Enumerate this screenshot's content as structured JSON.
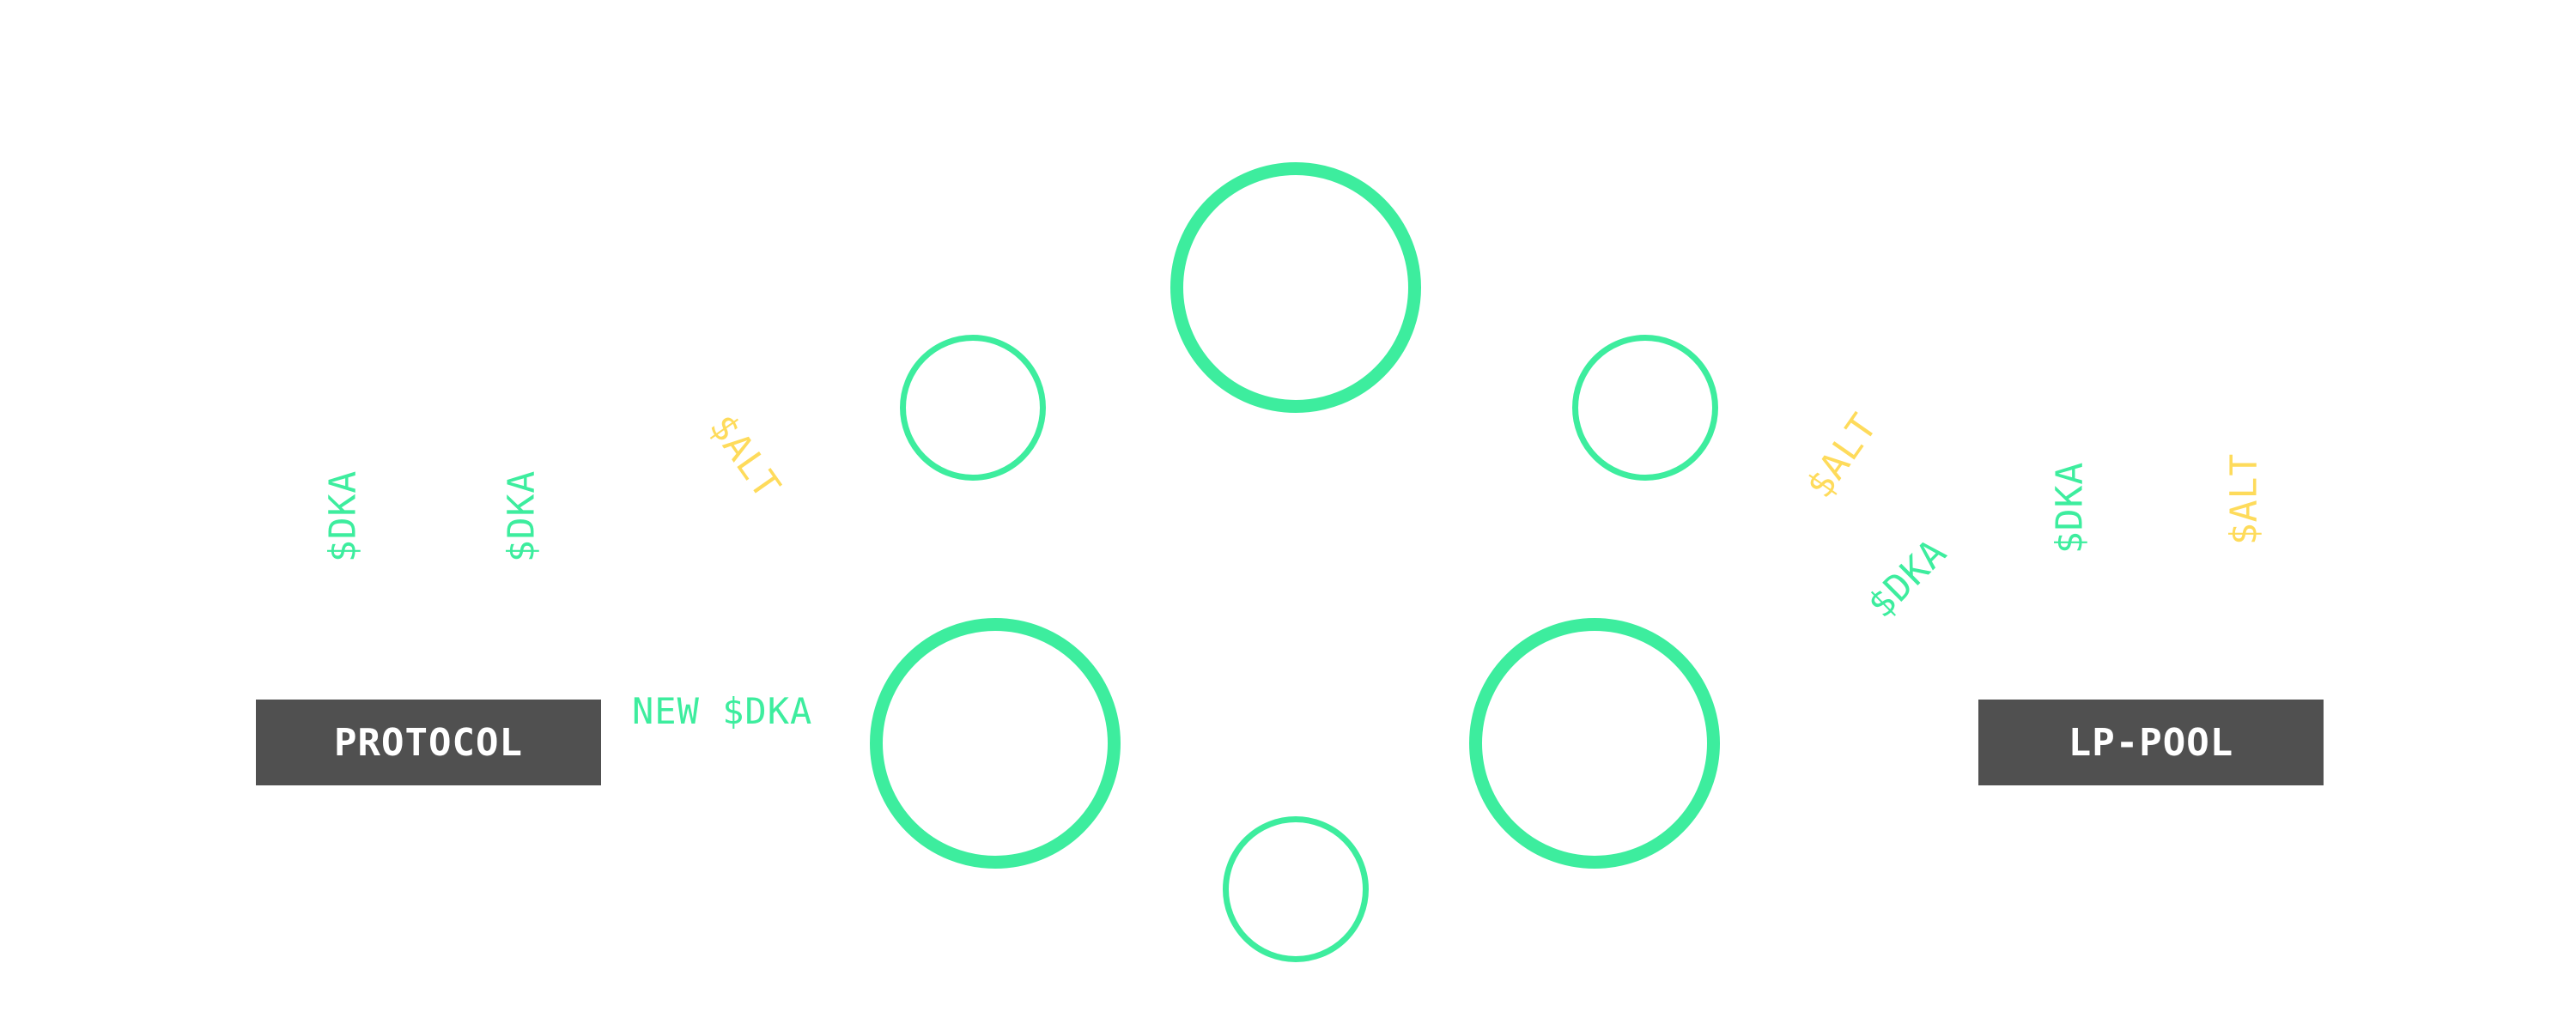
{
  "colors": {
    "accent_green": "#3ded9e",
    "accent_yellow": "#fedb5b",
    "box_fill": "#505050",
    "box_text": "#ffffff",
    "background": "#ffffff"
  },
  "boxes": {
    "protocol": {
      "label": "PROTOCOL"
    },
    "lp_pool": {
      "label": "LP-POOL"
    }
  },
  "flow_label": "NEW $DKA",
  "tokens": {
    "dka": "$DKA",
    "alt": "$ALT"
  }
}
